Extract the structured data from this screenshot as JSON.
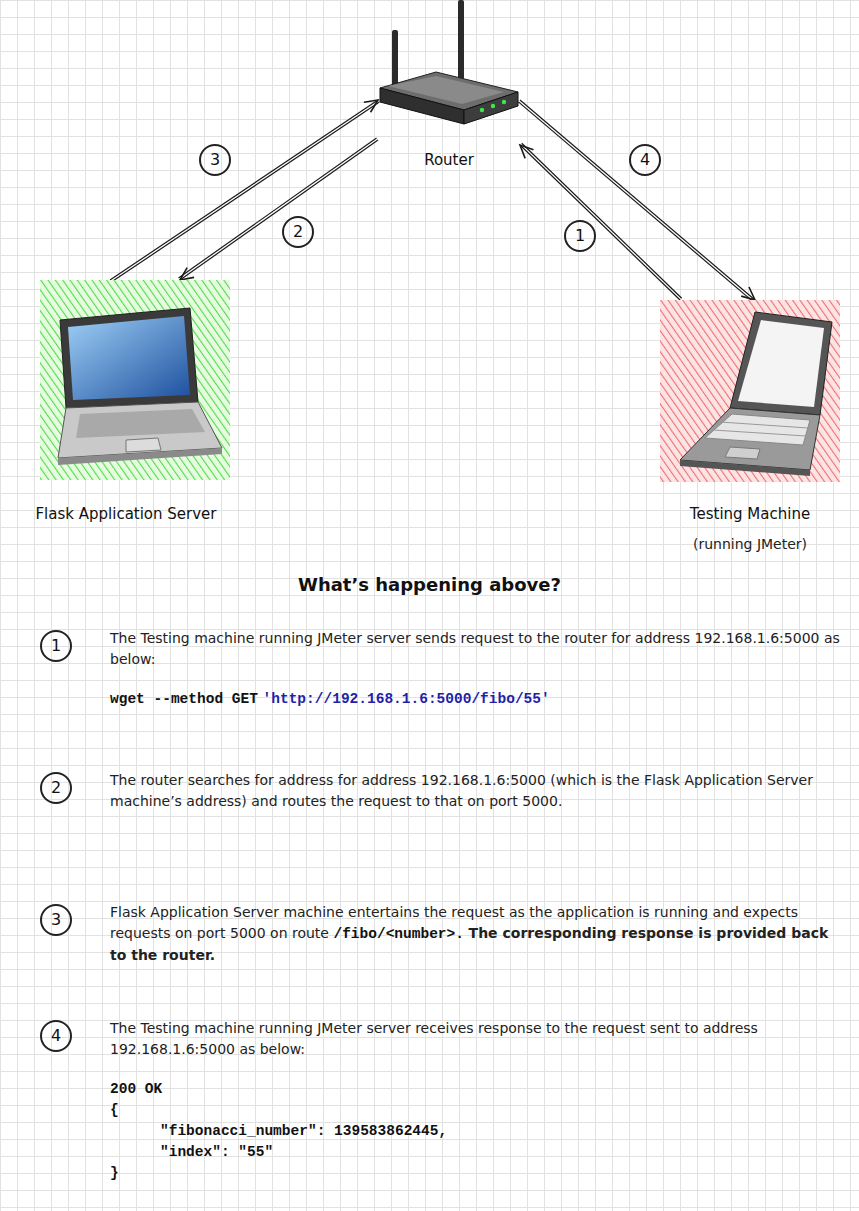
{
  "diagram": {
    "title": "What’s happening above?",
    "nodes": [
      {
        "text": [
          "Router"
        ]
      },
      {
        "text": [
          "Flask Application Server"
        ]
      },
      {
        "text": [
          "Testing Machine",
          "(running JMeter)"
        ]
      }
    ],
    "edges": [
      {
        "from": 2,
        "to": 0,
        "label": "1",
        "arrow": "to"
      },
      {
        "from": 0,
        "to": 1,
        "label": "2",
        "arrow": "to"
      },
      {
        "from": 1,
        "to": 0,
        "label": "3",
        "arrow": "to"
      },
      {
        "from": 0,
        "to": 2,
        "label": "4",
        "arrow": "to"
      }
    ],
    "labels": [
      "1",
      "The Testing machine running JMeter server sends request to the router for address 192.168.1.6:5000 as below:",
      "wget --method GET",
      "'http://192.168.1.6:5000/fibo/55'",
      "2",
      "The router searches for address for address 192.168.1.6:5000 (which is the Flask Application Server machine’s address) and routes the request to that on port 5000.",
      "3",
      "Flask Application Server machine entertains the request as the application is running and expects requests on port 5000 on route",
      "/fibo/<number>.",
      "The corresponding response is provided back to the router.",
      "4",
      "The Testing machine running JMeter server receives response to the request sent to address 192.168.1.6:5000 as below:",
      "200 OK",
      "{",
      "\"fibonacci_number\": 139583862445,",
      "\"index\": \"55\"",
      "}"
    ]
  }
}
